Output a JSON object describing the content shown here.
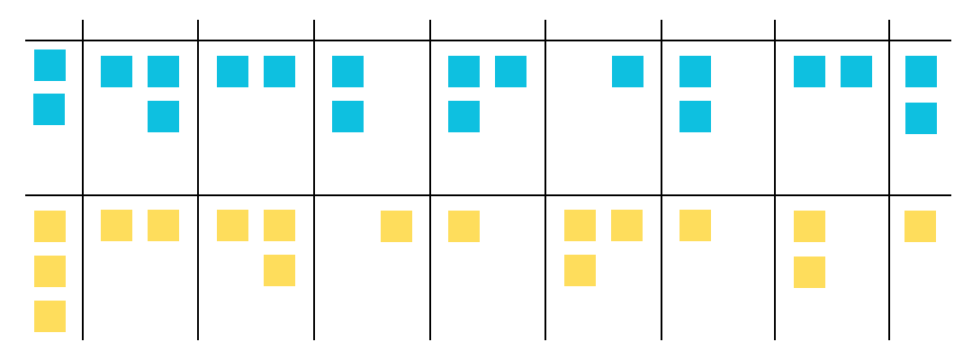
{
  "board": {
    "colors": {
      "background": "#ffffff",
      "grid_line": "#000000",
      "row_top_note": "#0ec0e0",
      "row_bottom_note": "#fedd5c"
    },
    "rows": [
      {
        "name": "top",
        "note_color": "#0ec0e0",
        "column_note_counts": [
          2,
          3,
          2,
          2,
          3,
          1,
          2,
          2,
          2
        ]
      },
      {
        "name": "bottom",
        "note_color": "#fedd5c",
        "column_note_counts": [
          3,
          2,
          3,
          1,
          1,
          3,
          1,
          2,
          1
        ]
      }
    ]
  }
}
